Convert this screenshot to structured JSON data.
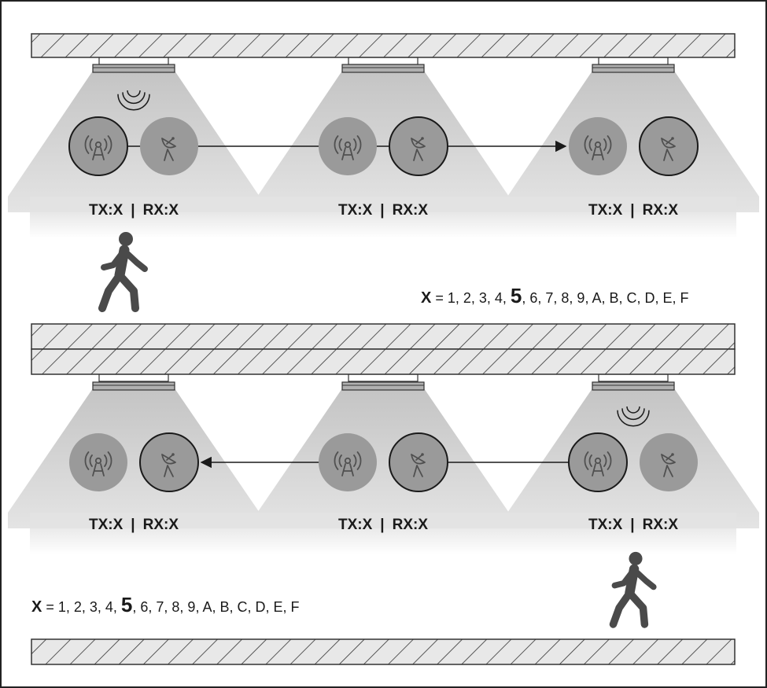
{
  "colors": {
    "cone": "#d2d2d2",
    "circle_fill": "#9a9a9a",
    "active_stroke": "#1a1a1a",
    "icon": "#505050",
    "person": "#4a4a4a",
    "hatch_line": "#333333"
  },
  "top_row": {
    "luminaires": [
      {
        "label_tx": "TX:X",
        "label_sep": "|",
        "label_rx": "RX:X",
        "tx_active": true,
        "rx_active": false,
        "signal_waves": true
      },
      {
        "label_tx": "TX:X",
        "label_sep": "|",
        "label_rx": "RX:X",
        "tx_active": false,
        "rx_active": true,
        "signal_waves": false
      },
      {
        "label_tx": "TX:X",
        "label_sep": "|",
        "label_rx": "RX:X",
        "tx_active": false,
        "rx_active": true,
        "signal_waves": false
      }
    ],
    "arrow_direction": "right",
    "x_values": {
      "var": "X",
      "eq": " = 1, 2, 3, 4, ",
      "bold": "5",
      "rest": ", 6, 7, 8, 9, A, B, C, D, E, F"
    }
  },
  "bottom_row": {
    "luminaires": [
      {
        "label_tx": "TX:X",
        "label_sep": "|",
        "label_rx": "RX:X",
        "tx_active": false,
        "rx_active": true,
        "signal_waves": false
      },
      {
        "label_tx": "TX:X",
        "label_sep": "|",
        "label_rx": "RX:X",
        "tx_active": false,
        "rx_active": true,
        "signal_waves": false
      },
      {
        "label_tx": "TX:X",
        "label_sep": "|",
        "label_rx": "RX:X",
        "tx_active": true,
        "rx_active": false,
        "signal_waves": true
      }
    ],
    "arrow_direction": "left",
    "x_values": {
      "var": "X",
      "eq": " = 1, 2, 3, 4, ",
      "bold": "5",
      "rest": ", 6, 7, 8, 9, A, B, C, D, E, F"
    }
  },
  "icons": {
    "transmitter": "antenna-broadcast-icon",
    "receiver": "satellite-dish-icon",
    "person": "walking-person-icon"
  }
}
